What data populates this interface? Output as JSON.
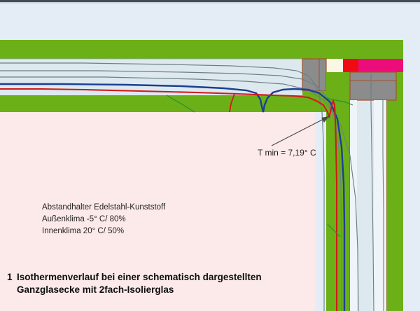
{
  "figure": {
    "type": "technical-section-diagram",
    "subject": "Isothermenverlauf Ganzglasecke mit 2fach-Isolierglas",
    "caption_number": "1",
    "caption_line1": "Isothermenverlauf bei einer schematisch dargestellten",
    "caption_line2": "Ganzglasecke mit 2fach-Isolierglas"
  },
  "annotations": {
    "tmin_label": "T min = 7,19° C",
    "tmin_value": 7.19,
    "tmin_unit": "° C",
    "spacer_label": "Abstandhalter Edelstahl-Kunststoff",
    "outdoor_label": "Außenklima -5° C/ 80%",
    "indoor_label": "Innenklima 20° C/ 50%"
  },
  "climate": {
    "outdoor_temp": "-5° C",
    "outdoor_humidity": "80%",
    "indoor_temp": "20° C",
    "indoor_humidity": "50%"
  },
  "colors": {
    "background": "#e9eff8",
    "outdoor_fill": "#e4edf6",
    "indoor_fill": "#fbeae9",
    "frame_green": "#6cb018",
    "glass_blue": "#dde9ef",
    "spacer_gray": "#8c8c8c",
    "spacer_outline": "#a0522d",
    "sealant_magenta": "#ec0d7a",
    "sealant_red": "#f00a14",
    "cream_fill": "#fbf7e6",
    "isotherm_gray": "#6b7f86",
    "isotherm_blue": "#1c3f94",
    "isotherm_red": "#d11a1a",
    "isotherm_green": "#2e8b3a",
    "text": "#231f20",
    "top_rule": "#454b52"
  },
  "legend_isotherms": [
    {
      "name": "isotherm-gray",
      "color": "#6b7f86",
      "role": "intermediate temperature contour"
    },
    {
      "name": "isotherm-blue",
      "color": "#1c3f94",
      "role": "10 degree contour"
    },
    {
      "name": "isotherm-red",
      "color": "#d11a1a",
      "role": "dew point contour"
    },
    {
      "name": "isotherm-green",
      "color": "#2e8b3a",
      "role": "material boundary contour"
    }
  ]
}
